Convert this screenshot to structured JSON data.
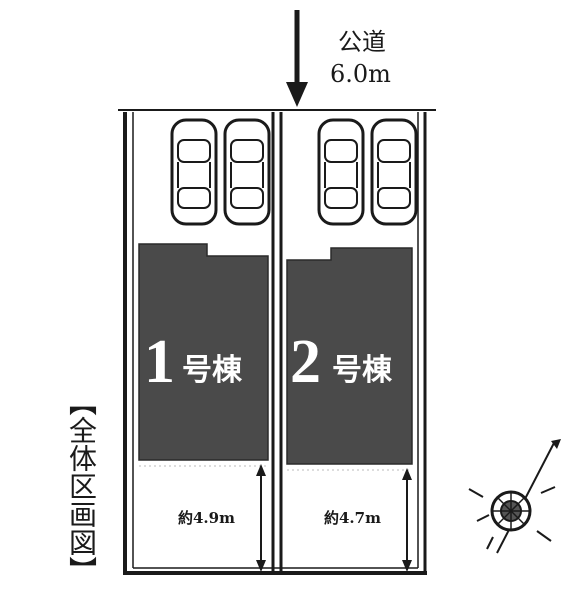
{
  "road": {
    "label": "公道",
    "width": "6.0m"
  },
  "lots": [
    {
      "number": "1",
      "building_label": "号棟",
      "setback": "約4.9m"
    },
    {
      "number": "2",
      "building_label": "号棟",
      "setback": "約4.7m"
    }
  ],
  "side_title": "【全体区画図】",
  "icons": {
    "compass": "compass-icon",
    "car": "car-icon",
    "arrow": "arrow-down-icon"
  },
  "colors": {
    "building_fill": "#4a4a4a",
    "line": "#1a1a1a",
    "background": "#ffffff"
  }
}
